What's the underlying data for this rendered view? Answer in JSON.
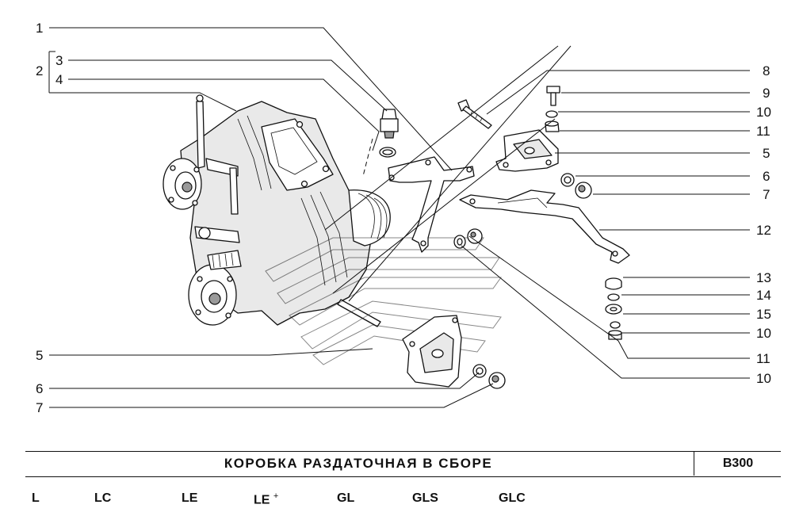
{
  "callouts_right": [
    "8",
    "9",
    "10",
    "11",
    "5",
    "6",
    "7",
    "12",
    "13",
    "14",
    "15",
    "10",
    "11",
    "10"
  ],
  "callouts_left": [
    "1",
    "2",
    "3",
    "4",
    "5",
    "6",
    "7"
  ],
  "title_block": {
    "title": "КОРОБКА РАЗДАТОЧНАЯ В СБОРЕ",
    "code": "B300"
  },
  "variants": [
    "L",
    "LC",
    "LE",
    "LE",
    "+",
    "GL",
    "GLS",
    "GLC"
  ]
}
